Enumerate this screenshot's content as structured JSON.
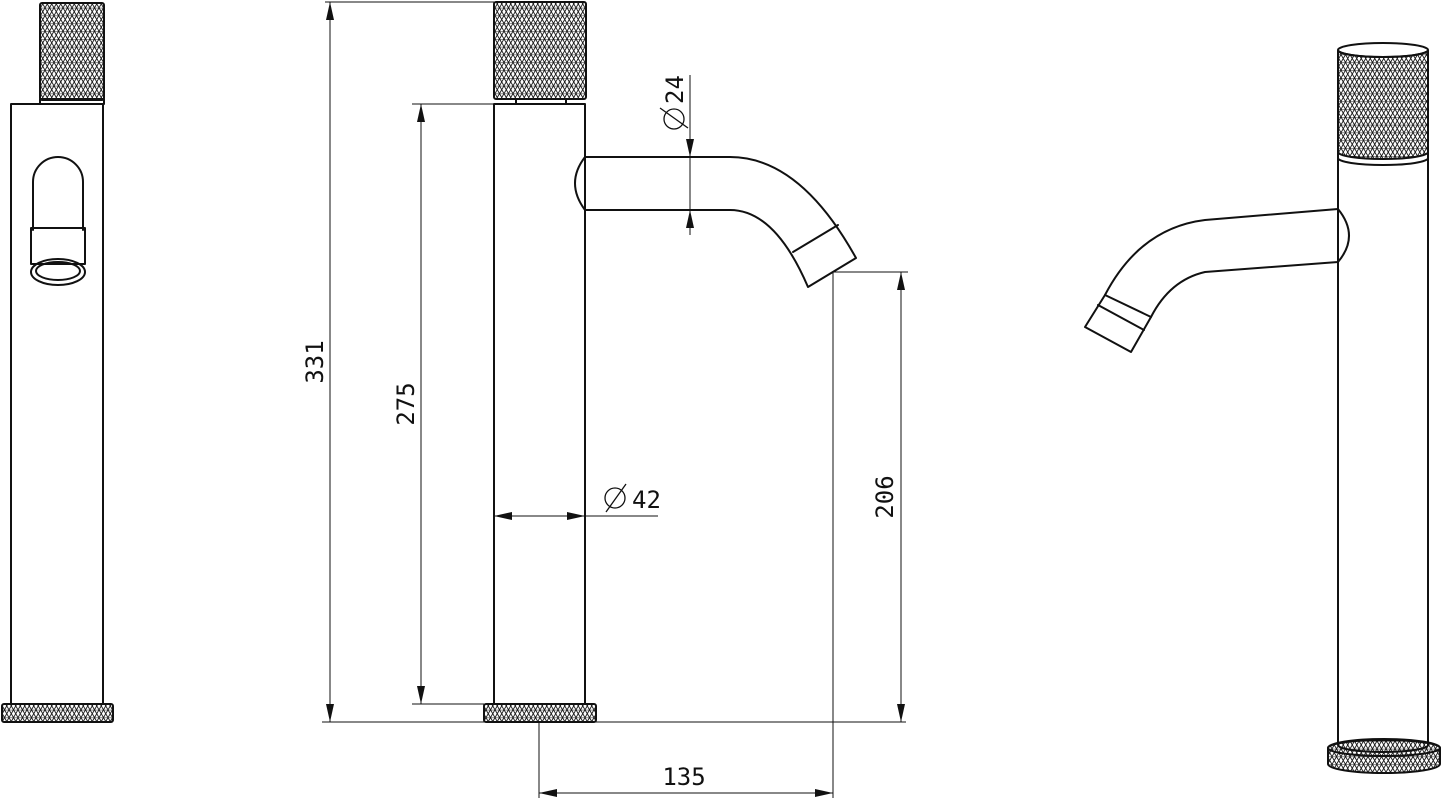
{
  "colors": {
    "line": "#111111",
    "background": "#ffffff"
  },
  "dimensions": {
    "total_height": "331",
    "body_height": "275",
    "spout_height": "206",
    "reach": "135",
    "body_diameter": "42",
    "spout_diameter": "24"
  },
  "symbols": {
    "diameter": "⌀"
  }
}
